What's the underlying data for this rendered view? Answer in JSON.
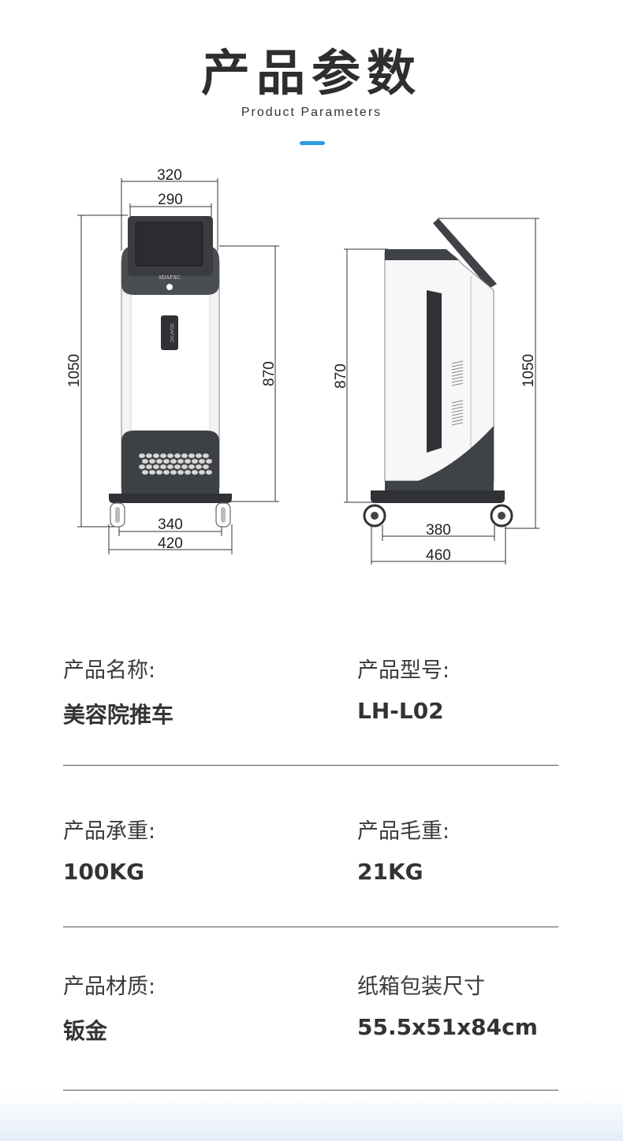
{
  "header": {
    "title": "产品参数",
    "subtitle": "Product Parameters",
    "accent_color": "#2b9ee0"
  },
  "diagram": {
    "front_view": {
      "brand": "SDAFXC",
      "dimensions": {
        "top_outer": "320",
        "top_inner": "290",
        "height_total": "1050",
        "height_body": "870",
        "base_inner": "340",
        "base_outer": "420"
      }
    },
    "side_view": {
      "dimensions": {
        "height_body": "870",
        "height_total": "1050",
        "base_inner": "380",
        "base_outer": "460"
      }
    }
  },
  "params": [
    {
      "label": "产品名称:",
      "value": "美容院推车"
    },
    {
      "label": "产品型号:",
      "value": "LH-L02"
    },
    {
      "label": "产品承重:",
      "value": "100KG"
    },
    {
      "label": "产品毛重:",
      "value": "21KG"
    },
    {
      "label": "产品材质:",
      "value": "钣金"
    },
    {
      "label": "纸箱包装尺寸",
      "value": "55.5x51x84cm"
    }
  ]
}
